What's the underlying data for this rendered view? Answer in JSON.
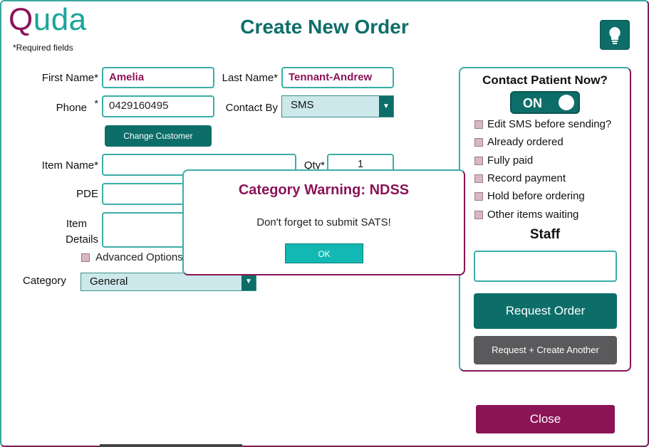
{
  "app": {
    "logo_first": "Q",
    "logo_rest": "uda",
    "required_note": "*Required fields",
    "title": "Create New Order"
  },
  "icons": {
    "tip": "lightbulb-icon",
    "dropdown": "caret-down-icon"
  },
  "colors": {
    "teal": "#0d6e69",
    "accent_teal": "#3aaea6",
    "purple": "#8b1457"
  },
  "customer": {
    "first_name_label": "First Name*",
    "first_name_value": "Amelia",
    "last_name_label": "Last Name*",
    "last_name_value": "Tennant-Andrew",
    "phone_label": "Phone",
    "phone_star": "*",
    "phone_value": "0429160495",
    "contact_by_label": "Contact By",
    "contact_by_value": "SMS",
    "change_customer_label": "Change Customer"
  },
  "item": {
    "item_name_label": "Item Name*",
    "item_name_value": "",
    "qty_label": "Qty*",
    "qty_value": "1",
    "pde_label": "PDE",
    "pde_value": "",
    "details_label_line1": "Item",
    "details_label_line2": "Details",
    "details_value": "",
    "advanced_options_label": "Advanced Options",
    "category_label": "Category",
    "category_value": "General"
  },
  "contact_panel": {
    "heading": "Contact Patient Now?",
    "toggle_label": "ON",
    "options": [
      "Edit SMS before sending?",
      "Already ordered",
      "Fully paid",
      "Record payment",
      "Hold before ordering",
      "Other items waiting"
    ],
    "staff_label": "Staff",
    "staff_value": "",
    "request_order_label": "Request Order",
    "request_create_another_label": "Request + Create Another"
  },
  "footer": {
    "close_label": "Close"
  },
  "modal": {
    "title": "Category Warning: NDSS",
    "message": "Don't forget to submit SATS!",
    "ok_label": "OK"
  }
}
